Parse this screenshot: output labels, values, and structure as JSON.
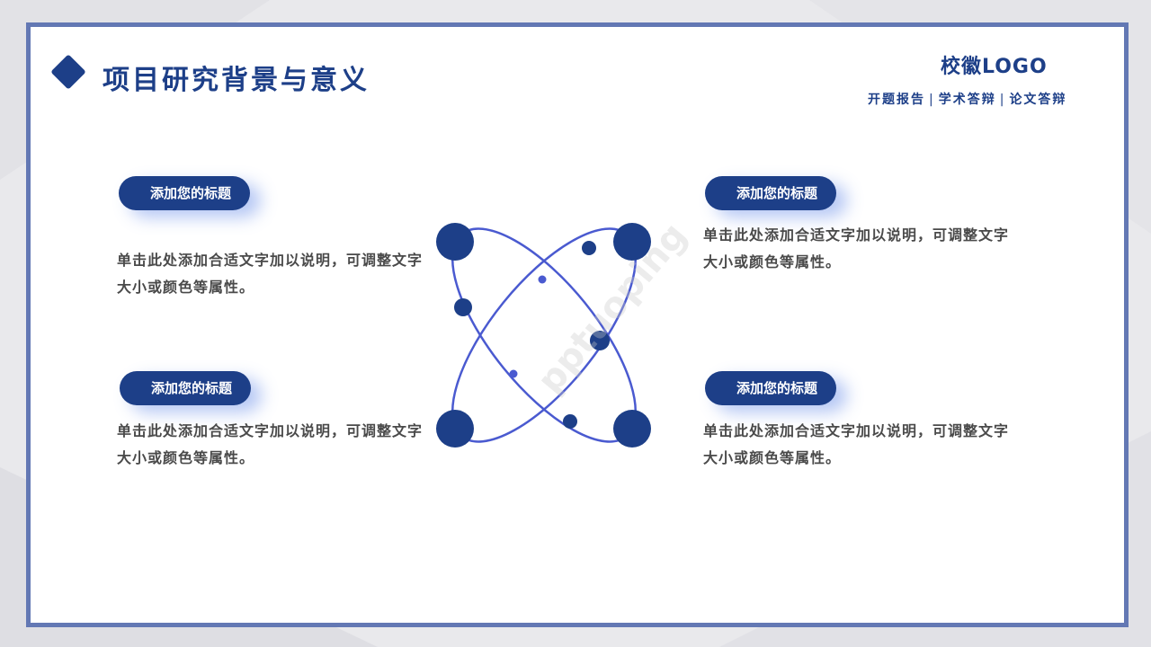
{
  "header": {
    "title": "项目研究背景与意义",
    "logo": "校徽LOGO",
    "nav": [
      "开题报告",
      "学术答辩",
      "论文答辩"
    ],
    "nav_separator": "|"
  },
  "blocks": [
    {
      "heading": "添加您的标题",
      "body": "单击此处添加合适文字加以说明，可调整文字大小或颜色等属性。"
    },
    {
      "heading": "添加您的标题",
      "body": "单击此处添加合适文字加以说明，可调整文字大小或颜色等属性。"
    },
    {
      "heading": "添加您的标题",
      "body": "单击此处添加合适文字加以说明，可调整文字大小或颜色等属性。"
    },
    {
      "heading": "添加您的标题",
      "body": "单击此处添加合适文字加以说明，可调整文字大小或颜色等属性。"
    }
  ],
  "watermark": "pptuoping",
  "colors": {
    "primary": "#1d3f88",
    "frame": "#6378b4",
    "orbit": "#4a5ad0",
    "text": "#4a4a4a"
  }
}
